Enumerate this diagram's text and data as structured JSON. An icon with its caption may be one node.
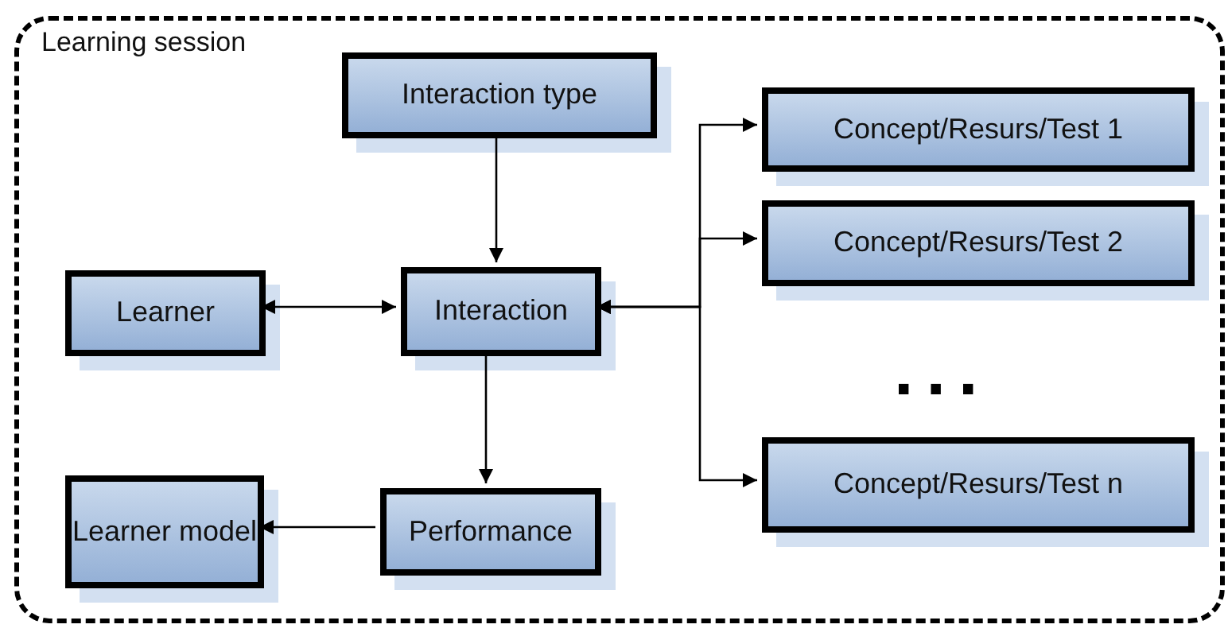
{
  "diagram": {
    "nodes": [
      {
        "text": [
          "Learning session"
        ]
      },
      {
        "text": [
          "Interaction type"
        ],
        "in": 0
      },
      {
        "text": [
          "Learner"
        ],
        "in": 0
      },
      {
        "text": [
          "Interaction"
        ],
        "in": 0
      },
      {
        "text": [
          "Concept/Resurs/Test 1"
        ],
        "in": 0
      },
      {
        "text": [
          "Concept/Resurs/Test 2"
        ],
        "in": 0
      },
      {
        "text": [
          "Concept/Resurs/Test n"
        ],
        "in": 0
      },
      {
        "text": [
          "Learner model"
        ],
        "in": 0
      },
      {
        "text": [
          "Performance"
        ],
        "in": 0
      }
    ],
    "edges": [
      {
        "from": 1,
        "to": 3,
        "arrow": "to"
      },
      {
        "from": 2,
        "to": 3,
        "arrow": "both"
      },
      {
        "from": 3,
        "to": 8,
        "arrow": "to"
      },
      {
        "from": 8,
        "to": 7,
        "arrow": "to"
      },
      {
        "from": 3,
        "to": 4,
        "arrow": "both"
      },
      {
        "from": 3,
        "to": 5,
        "arrow": "both"
      },
      {
        "from": 3,
        "to": 6,
        "arrow": "both"
      }
    ],
    "labels": [
      "..."
    ]
  }
}
